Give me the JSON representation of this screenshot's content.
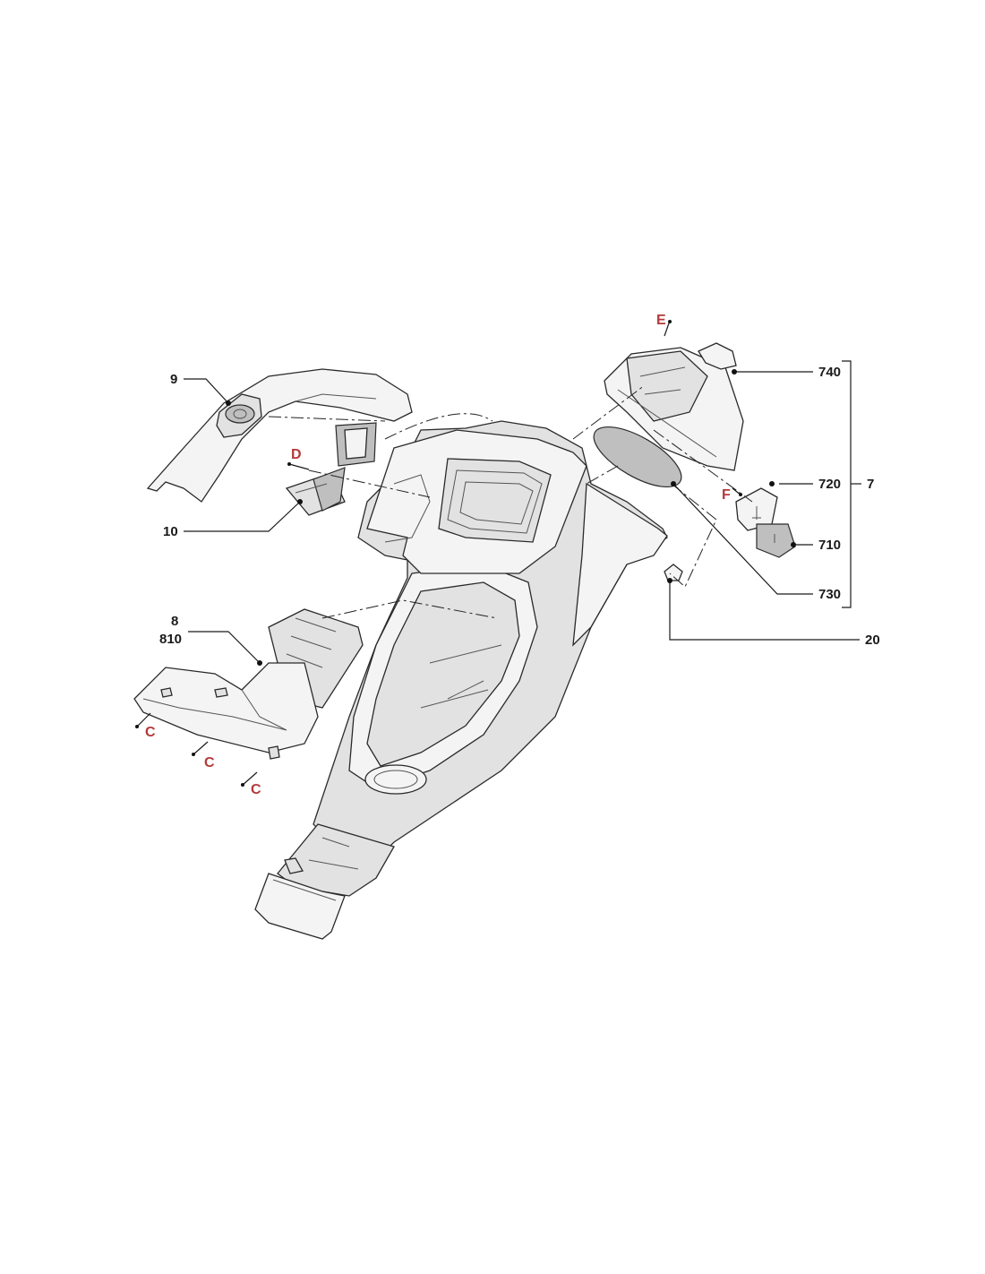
{
  "parts": {
    "p9": "9",
    "p10": "10",
    "p8": "8",
    "p810": "810",
    "p740": "740",
    "p720": "720",
    "p710": "710",
    "p730": "730",
    "p7": "7",
    "p20": "20"
  },
  "screws": {
    "c1": "C",
    "c2": "C",
    "c3": "C",
    "d": "D",
    "e": "E",
    "f": "F"
  },
  "colors": {
    "label": "#1a1a1a",
    "screw_label": "#b33a3a",
    "housing_fill": "#e2e2e2"
  }
}
